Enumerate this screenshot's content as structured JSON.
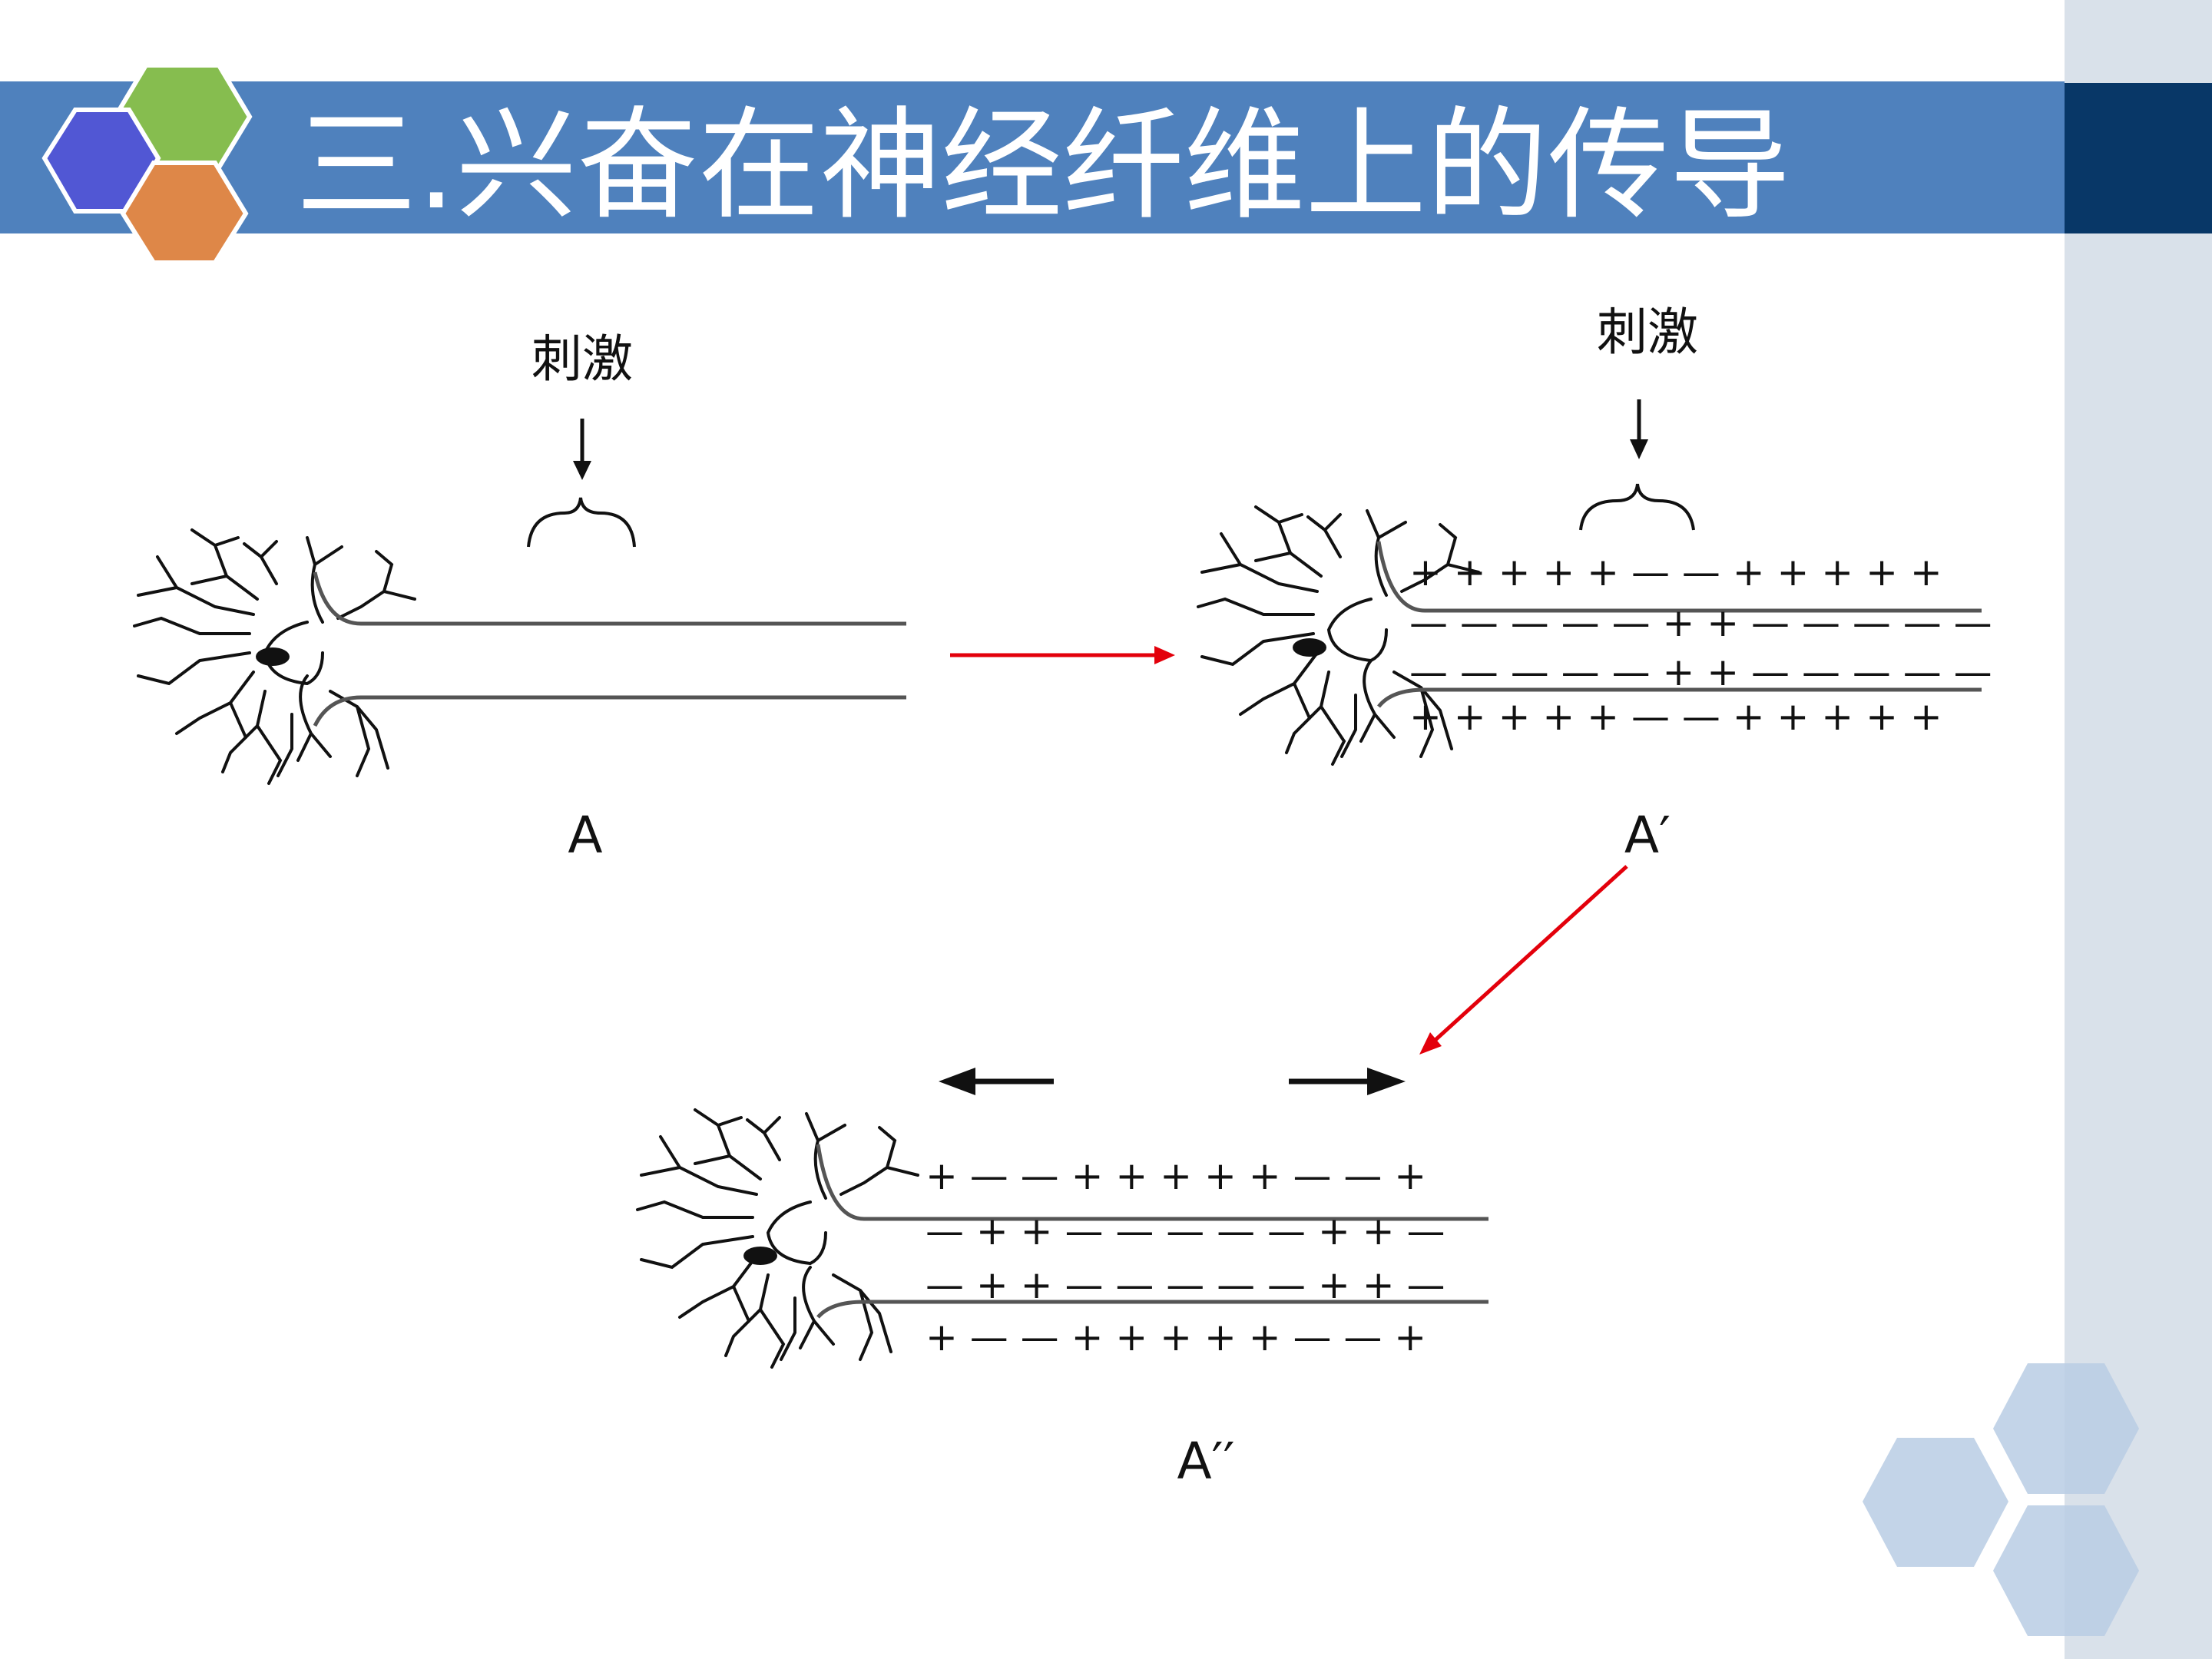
{
  "slide": {
    "title": "三.兴奋在神经纤维上的传导"
  },
  "panels": [
    {
      "id": "A",
      "label": "A",
      "stimulus_label": "刺激",
      "charges": []
    },
    {
      "id": "A1",
      "label": "A′",
      "stimulus_label": "刺激",
      "charges": [
        "+ + + + + — — + + + + +",
        "— — — — — + + — — — — —",
        "— — — — — + + — — — — —",
        "+ + + + + — — + + + + +"
      ]
    },
    {
      "id": "A2",
      "label": "A′′",
      "stimulus_label": "",
      "charges": [
        "+ — — + + + + + — — +",
        "— + + — — — — — + + —",
        "— + + — — — — — + + —",
        "+ — — + + + + + — — +"
      ]
    }
  ],
  "colors": {
    "title_bar": "#4f81bd",
    "right_strip": "#d9e1ea",
    "dark_tab": "#083767",
    "hex_blue": "#5157d4",
    "hex_green": "#86bd4f",
    "hex_orange": "#de8748",
    "hex_light": "#b9cce4",
    "arrow_red": "#e3000b",
    "ink": "#111111"
  }
}
